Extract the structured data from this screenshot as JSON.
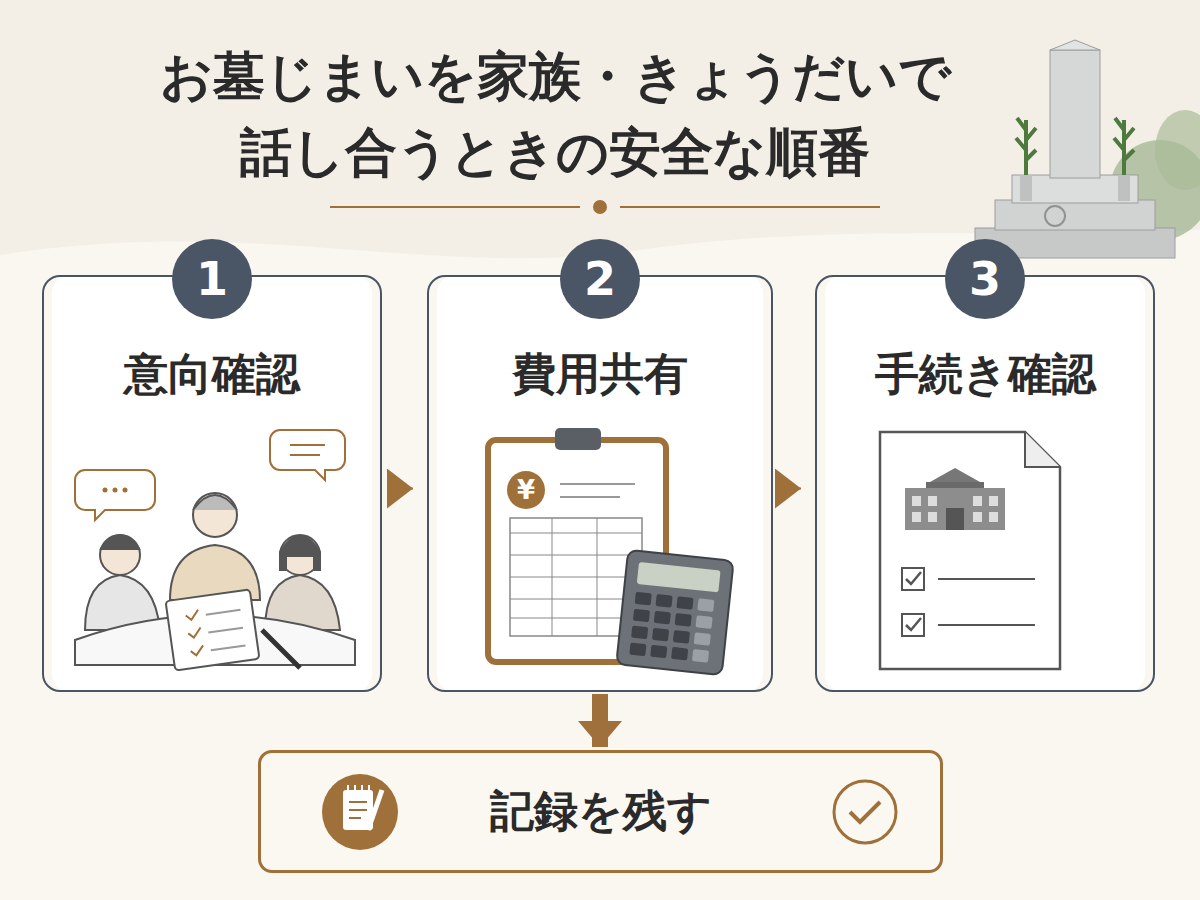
{
  "diagram": {
    "title": "お墓じまいを家族・きょうだいで 話し合うときの安全な順番",
    "nodes": [
      {
        "text": [
          "1",
          "意向確認"
        ]
      },
      {
        "text": [
          "2",
          "費用共有"
        ]
      },
      {
        "text": [
          "3",
          "手続き確認"
        ]
      },
      {
        "text": [
          "記録を残す"
        ]
      }
    ],
    "edges": [
      {
        "from": 0,
        "to": 1,
        "arrow": "to"
      },
      {
        "from": 1,
        "to": 2,
        "arrow": "to"
      },
      {
        "from": 1,
        "to": 3,
        "arrow": "to"
      }
    ],
    "labels": [
      "¥"
    ]
  }
}
